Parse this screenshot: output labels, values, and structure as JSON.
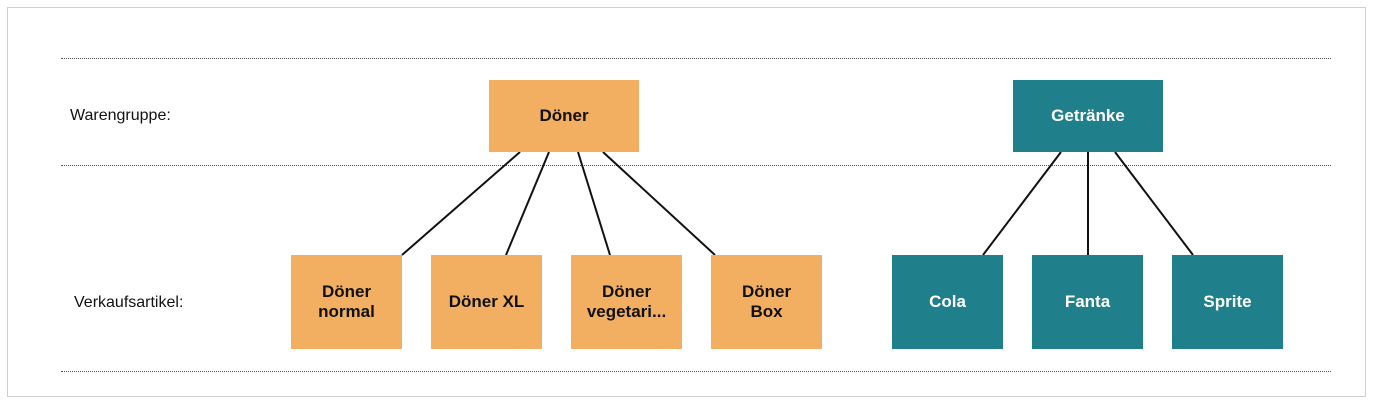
{
  "rows": {
    "group_label": "Warengruppe:",
    "article_label": "Verkaufsartikel:"
  },
  "colors": {
    "orange": "#f2ae61",
    "teal": "#1f7f8a",
    "connector": "#111111"
  },
  "groups": [
    {
      "id": "doener",
      "name": "Döner",
      "color": "orange",
      "articles": [
        {
          "id": "doener-normal",
          "name": "Döner\nnormal"
        },
        {
          "id": "doener-xl",
          "name": "Döner XL"
        },
        {
          "id": "doener-vegetarisch",
          "name": "Döner\nvegetari..."
        },
        {
          "id": "doener-box",
          "name": "Döner\nBox"
        }
      ]
    },
    {
      "id": "getraenke",
      "name": "Getränke",
      "color": "teal",
      "articles": [
        {
          "id": "cola",
          "name": "Cola"
        },
        {
          "id": "fanta",
          "name": "Fanta"
        },
        {
          "id": "sprite",
          "name": "Sprite"
        }
      ]
    }
  ]
}
